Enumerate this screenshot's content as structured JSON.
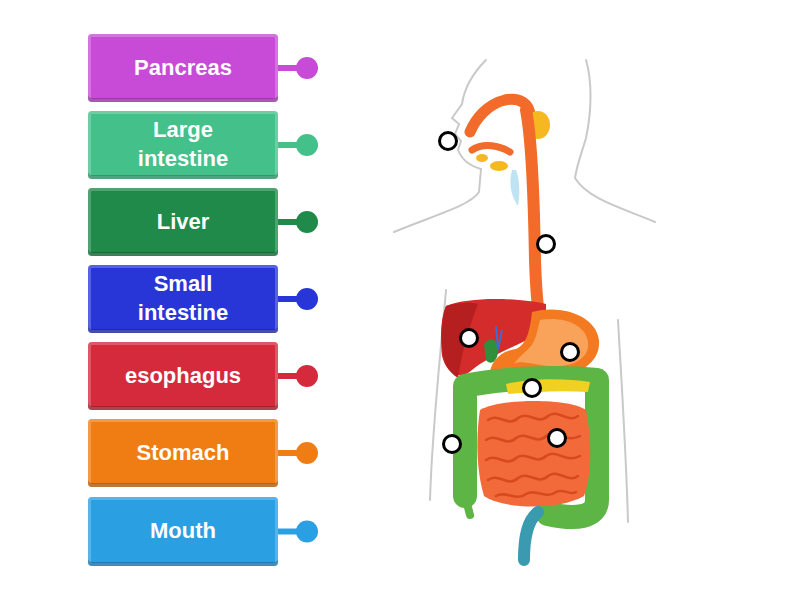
{
  "diagram": {
    "nodes": [
      {
        "text": [
          "Pancreas"
        ]
      },
      {
        "text": [
          "Large intestine"
        ]
      },
      {
        "text": [
          "Liver"
        ]
      },
      {
        "text": [
          "Small intestine"
        ]
      },
      {
        "text": [
          "esophagus"
        ]
      },
      {
        "text": [
          "Stomach"
        ]
      },
      {
        "text": [
          "Mouth"
        ]
      }
    ]
  }
}
